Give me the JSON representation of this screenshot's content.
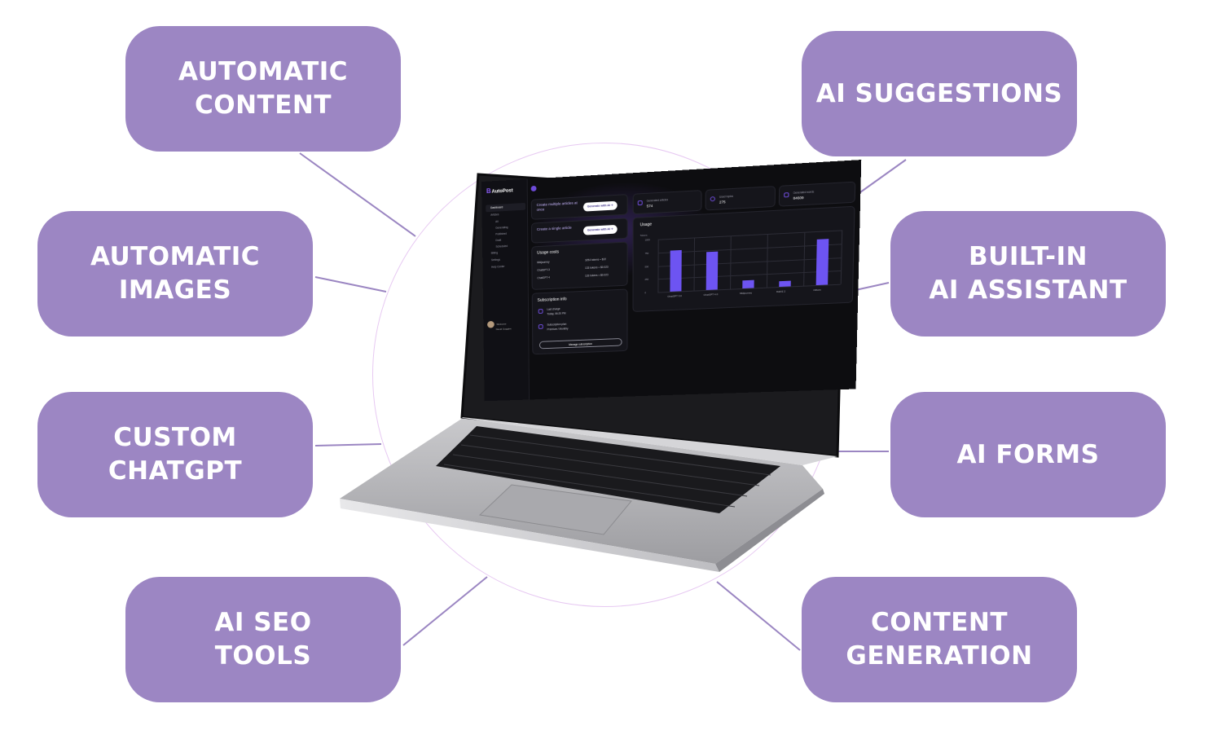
{
  "features": {
    "automatic_content": "AUTOMATIC\nCONTENT",
    "automatic_images": "AUTOMATIC\nIMAGES",
    "custom_chatgpt": "CUSTOM\nCHATGPT",
    "ai_seo_tools": "AI SEO\nTOOLS",
    "ai_suggestions": "AI SUGGESTIONS",
    "built_in_ai_assistant": "BUILT-IN\nAI ASSISTANT",
    "ai_forms": "AI FORMS",
    "content_generation": "CONTENT\nGENERATION"
  },
  "colors": {
    "box": "#9c86c3",
    "line": "#9b86c2",
    "accent": "#6d54f2",
    "screen_bg": "#0d0d10"
  },
  "app": {
    "logo": "AutoPost",
    "sidebar": {
      "items": [
        {
          "label": "Dashboard",
          "active": true
        },
        {
          "label": "Articles"
        },
        {
          "label": "All"
        },
        {
          "label": "Generating"
        },
        {
          "label": "Published"
        },
        {
          "label": "Draft"
        },
        {
          "label": "Scheduled"
        },
        {
          "label": "Billing"
        },
        {
          "label": "Settings"
        },
        {
          "label": "Help Center"
        }
      ],
      "user_greeting": "Welcome",
      "user_name": "David Goggins"
    },
    "create_multiple": "Create multiple articles at once",
    "create_single": "Create a single article",
    "generate_button": "Generate with AI ✧",
    "stats": [
      {
        "label": "Generated articles",
        "value": "574"
      },
      {
        "label": "Used topics",
        "value": "275"
      },
      {
        "label": "Generated words",
        "value": "84609"
      }
    ],
    "usage_costs": {
      "title": "Usage costs",
      "rows": [
        {
          "name": "Midjourney",
          "value": "3254 tokens ≈ $22"
        },
        {
          "name": "ChatGPT-3",
          "value": "133 tokens ≈ $0.023"
        },
        {
          "name": "ChatGPT-4",
          "value": "133 tokens ≈ $0.023"
        }
      ]
    },
    "subscription": {
      "title": "Subscription info",
      "last_charge_label": "Last charge",
      "last_charge_value": "Today, 06:20 PM",
      "plan_label": "Subscription plan",
      "plan_value": "Premium / Monthly",
      "manage_button": "Manage subscription"
    },
    "usage_title": "Usage"
  },
  "chart_data": {
    "type": "bar",
    "title": "Usage",
    "ylabel": "Tokens",
    "categories": [
      "ChatGPT 3.0",
      "ChatGPT 4.0",
      "Midjourney",
      "Dall-E 2",
      "Others"
    ],
    "values": [
      780,
      720,
      150,
      100,
      850
    ],
    "yticks": [
      "1000",
      "750",
      "500",
      "250",
      "0"
    ],
    "ylim": [
      0,
      1000
    ]
  }
}
